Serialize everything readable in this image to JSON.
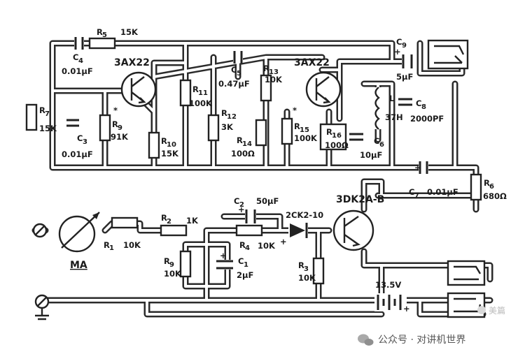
{
  "transistors": {
    "q1": "3AX22",
    "q2": "3AX22",
    "q3": "3DK2A-B"
  },
  "resistors": {
    "r5": {
      "label": "R",
      "sub": "5",
      "value": "15K"
    },
    "r7": {
      "label": "R",
      "sub": "7",
      "value": "15K"
    },
    "r9a": {
      "label": "R",
      "sub": "9",
      "value": "91K"
    },
    "r10": {
      "label": "R",
      "sub": "10",
      "value": "15K"
    },
    "r11": {
      "label": "R",
      "sub": "11",
      "value": "100K"
    },
    "r12": {
      "label": "R",
      "sub": "12",
      "value": "3K"
    },
    "r13": {
      "label": "R",
      "sub": "13",
      "value": "10K"
    },
    "r14": {
      "label": "R",
      "sub": "14",
      "value": "100Ω"
    },
    "r15": {
      "label": "R",
      "sub": "15",
      "value": "100K"
    },
    "r16": {
      "label": "R",
      "sub": "16",
      "value": "100Ω"
    },
    "r6": {
      "label": "R",
      "sub": "6",
      "value": "680Ω"
    },
    "r1": {
      "label": "R",
      "sub": "1",
      "value": "10K"
    },
    "r2": {
      "label": "R",
      "sub": "2",
      "value": "1K"
    },
    "r4": {
      "label": "R",
      "sub": "4",
      "value": "10K"
    },
    "r9b": {
      "label": "R",
      "sub": "9",
      "value": "10K"
    },
    "r3": {
      "label": "R",
      "sub": "3",
      "value": "10K"
    }
  },
  "capacitors": {
    "c4": {
      "label": "C",
      "sub": "4",
      "value": "0.01μF"
    },
    "c3": {
      "label": "C",
      "sub": "3",
      "value": "0.01μF"
    },
    "c5": {
      "label": "C",
      "sub": "5",
      "value": "0.47μF"
    },
    "c9": {
      "label": "C",
      "sub": "9",
      "value": "5μF"
    },
    "c8": {
      "label": "C",
      "sub": "8",
      "value": "2000PF"
    },
    "c6": {
      "label": "C",
      "sub": "6",
      "value": "10μF"
    },
    "c7": {
      "label": "C",
      "sub": "7",
      "value": "0.01μF"
    },
    "c2": {
      "label": "C",
      "sub": "2",
      "value": "50μF"
    },
    "c1": {
      "label": "C",
      "sub": "1",
      "value": "2μF"
    }
  },
  "inductor": {
    "label": "L",
    "value": "37H"
  },
  "diode": {
    "value": "2CK2-10"
  },
  "battery": {
    "value": "13.5V"
  },
  "meter": {
    "label": "MA"
  },
  "markers": {
    "star": "*",
    "plus": "+",
    "minus": "−"
  },
  "watermark": {
    "source": "公众号 · 对讲机世界",
    "logo_text": "美篇"
  }
}
